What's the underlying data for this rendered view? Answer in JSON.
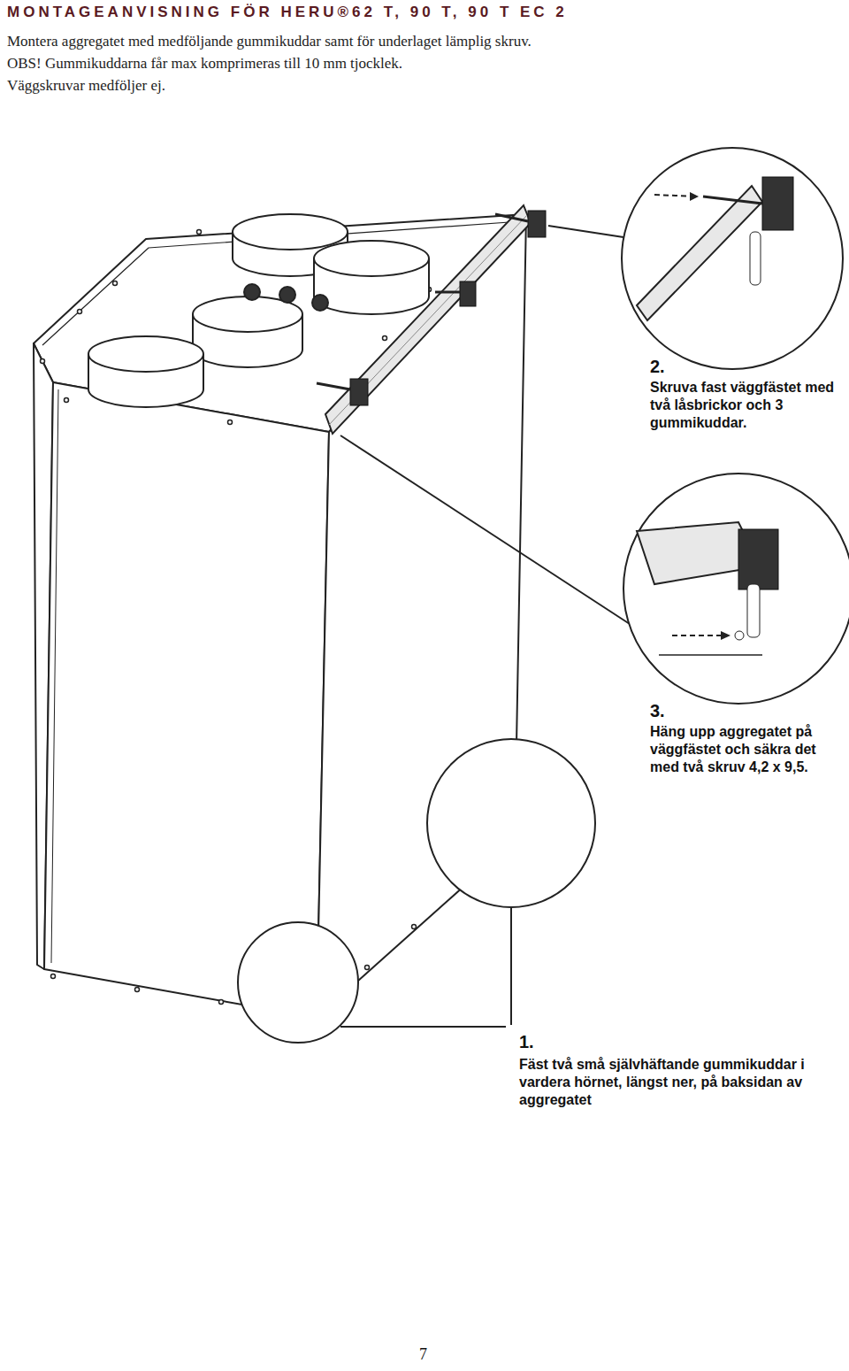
{
  "diagram": {
    "title": "MONTAGEANVISNING FÖR HERU®62 T, 90 T, 90 T EC 2",
    "labels": [
      "Montera aggregatet med medföljande gummikuddar samt för underlaget lämplig skruv.",
      "OBS! Gummikuddarna får max komprimeras till 10 mm tjocklek.",
      "Väggskruvar medföljer ej.",
      "2.",
      "Skruva fast väggfästet med två låsbrickor och 3 gummikuddar.",
      "3.",
      "Häng upp aggregatet på väggfästet och säkra det med två skruv 4,2 x 9,5.",
      "1.",
      "Fäst två små självhäftande gummikuddar i vardera hörnet, längst ner, på baksidan av aggregatet",
      "7"
    ]
  }
}
